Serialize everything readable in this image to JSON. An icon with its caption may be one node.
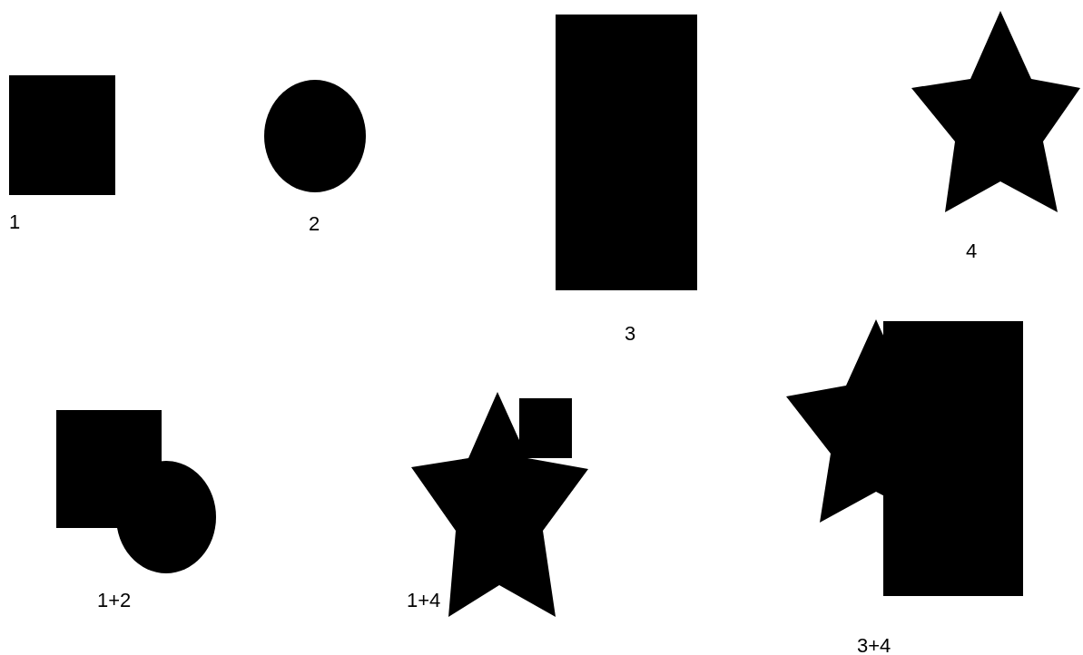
{
  "diagram": {
    "labels": [
      "1",
      "2",
      "3",
      "4",
      "1+2",
      "1+4",
      "3+4"
    ]
  }
}
